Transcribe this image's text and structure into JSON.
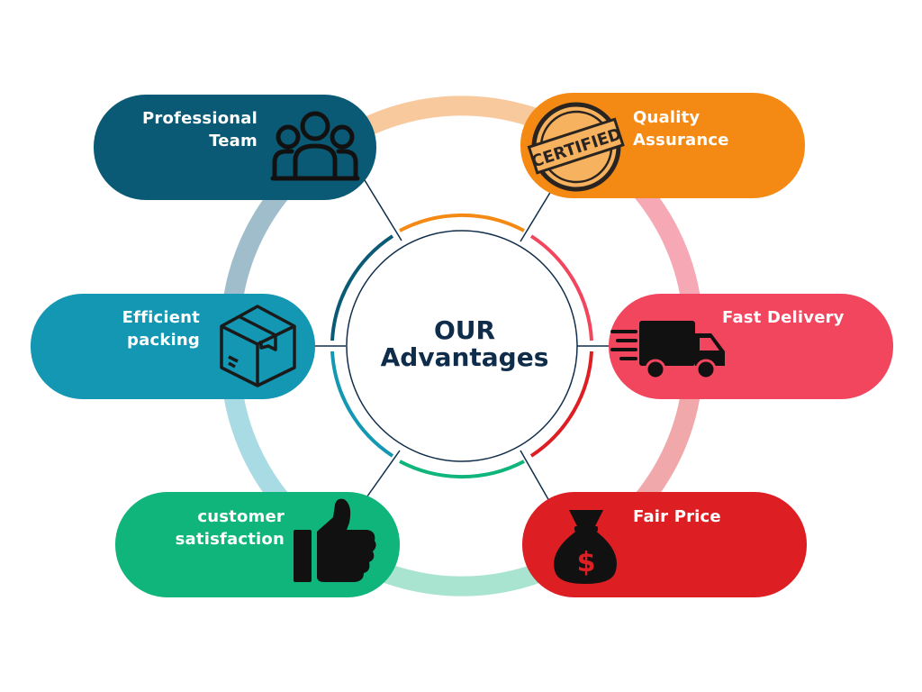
{
  "title": {
    "line1": "OUR",
    "line2": "Advantages"
  },
  "items": [
    {
      "id": "professional-team",
      "line1": "Professional",
      "line2": "Team",
      "icon": "team-icon",
      "color": "#0b5a75"
    },
    {
      "id": "quality-assurance",
      "line1": "Quality",
      "line2": "Assurance",
      "icon": "certified-stamp-icon",
      "stamp_text": "CERTIFIED",
      "color": "#f48a14"
    },
    {
      "id": "efficient-packing",
      "line1": "Efficient",
      "line2": "packing",
      "icon": "box-icon",
      "color": "#1497b3"
    },
    {
      "id": "fast-delivery",
      "line1": "Fast Delivery",
      "line2": "",
      "icon": "delivery-truck-icon",
      "color": "#f2455e"
    },
    {
      "id": "customer-satisfaction",
      "line1": "customer",
      "line2": "satisfaction",
      "icon": "thumbs-up-icon",
      "color": "#0fb57a"
    },
    {
      "id": "fair-price",
      "line1": "Fair Price",
      "line2": "",
      "icon": "money-bag-icon",
      "color": "#dd1f24"
    }
  ]
}
